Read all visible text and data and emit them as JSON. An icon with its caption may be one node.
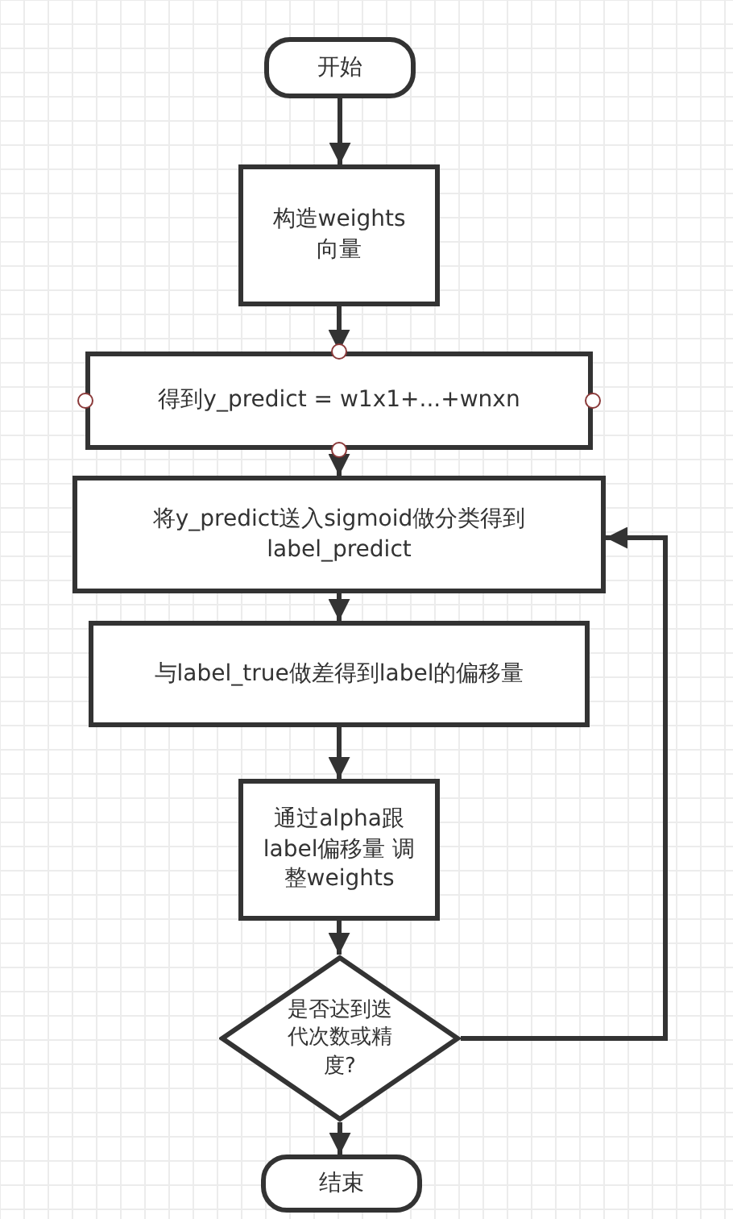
{
  "diagram": {
    "nodes": [
      {
        "text": [
          "开始"
        ]
      },
      {
        "text": [
          "构造weights 向量"
        ]
      },
      {
        "text": [
          "得到y_predict = w1x1+...+wnxn"
        ]
      },
      {
        "text": [
          "将y_predict送入sigmoid做分类得到 label_predict"
        ]
      },
      {
        "text": [
          "与label_true做差得到label的偏移量"
        ]
      },
      {
        "text": [
          "通过alpha跟 label偏移量 调整weights"
        ]
      },
      {
        "text": [
          "是否达到迭代次数或精度?"
        ]
      },
      {
        "text": [
          "结束"
        ]
      }
    ],
    "edges": [
      {
        "from": 0,
        "to": 1,
        "arrow": "to"
      },
      {
        "from": 1,
        "to": 2,
        "arrow": "to"
      },
      {
        "from": 2,
        "to": 3,
        "arrow": "to"
      },
      {
        "from": 3,
        "to": 4,
        "arrow": "to"
      },
      {
        "from": 4,
        "to": 5,
        "arrow": "to"
      },
      {
        "from": 5,
        "to": 6,
        "arrow": "to"
      },
      {
        "from": 6,
        "to": 7,
        "arrow": "to"
      },
      {
        "from": 6,
        "to": 3,
        "arrow": "to"
      }
    ]
  }
}
